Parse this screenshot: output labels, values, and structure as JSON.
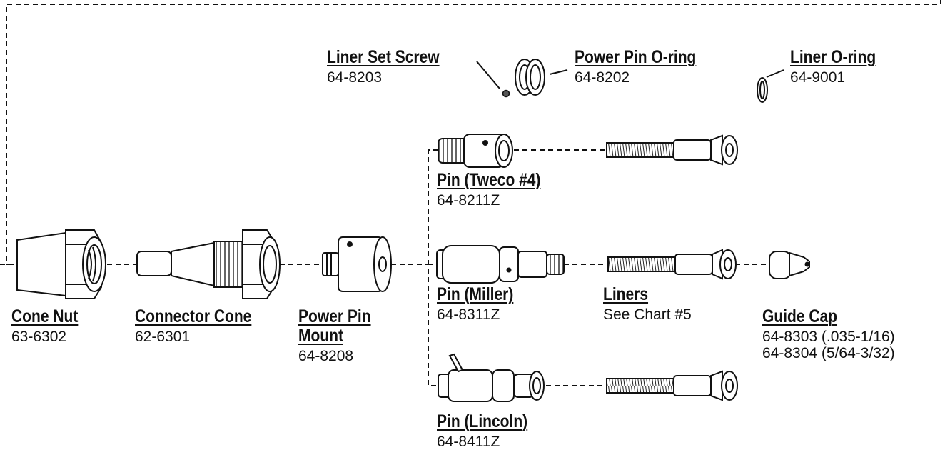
{
  "parts": {
    "cone_nut": {
      "name": "Cone Nut",
      "part_no": "63-6302"
    },
    "connector_cone": {
      "name": "Connector Cone",
      "part_no": "62-6301"
    },
    "power_pin_mount": {
      "name_line1": "Power Pin",
      "name_line2": "Mount",
      "part_no": "64-8208"
    },
    "liner_set_screw": {
      "name": "Liner Set Screw",
      "part_no": "64-8203"
    },
    "power_pin_oring": {
      "name": "Power Pin O-ring",
      "part_no": "64-8202"
    },
    "liner_oring": {
      "name": "Liner O-ring",
      "part_no": "64-9001"
    },
    "pin_tweco": {
      "name": "Pin (Tweco #4)",
      "part_no": "64-8211Z"
    },
    "pin_miller": {
      "name": "Pin (Miller)",
      "part_no": "64-8311Z"
    },
    "pin_lincoln": {
      "name": "Pin (Lincoln)",
      "part_no": "64-8411Z"
    },
    "liners": {
      "name": "Liners",
      "note": "See Chart #5"
    },
    "guide_cap": {
      "name": "Guide Cap",
      "part_no_1": "64-8303 (.035-1/16)",
      "part_no_2": "64-8304 (5/64-3/32)"
    }
  }
}
